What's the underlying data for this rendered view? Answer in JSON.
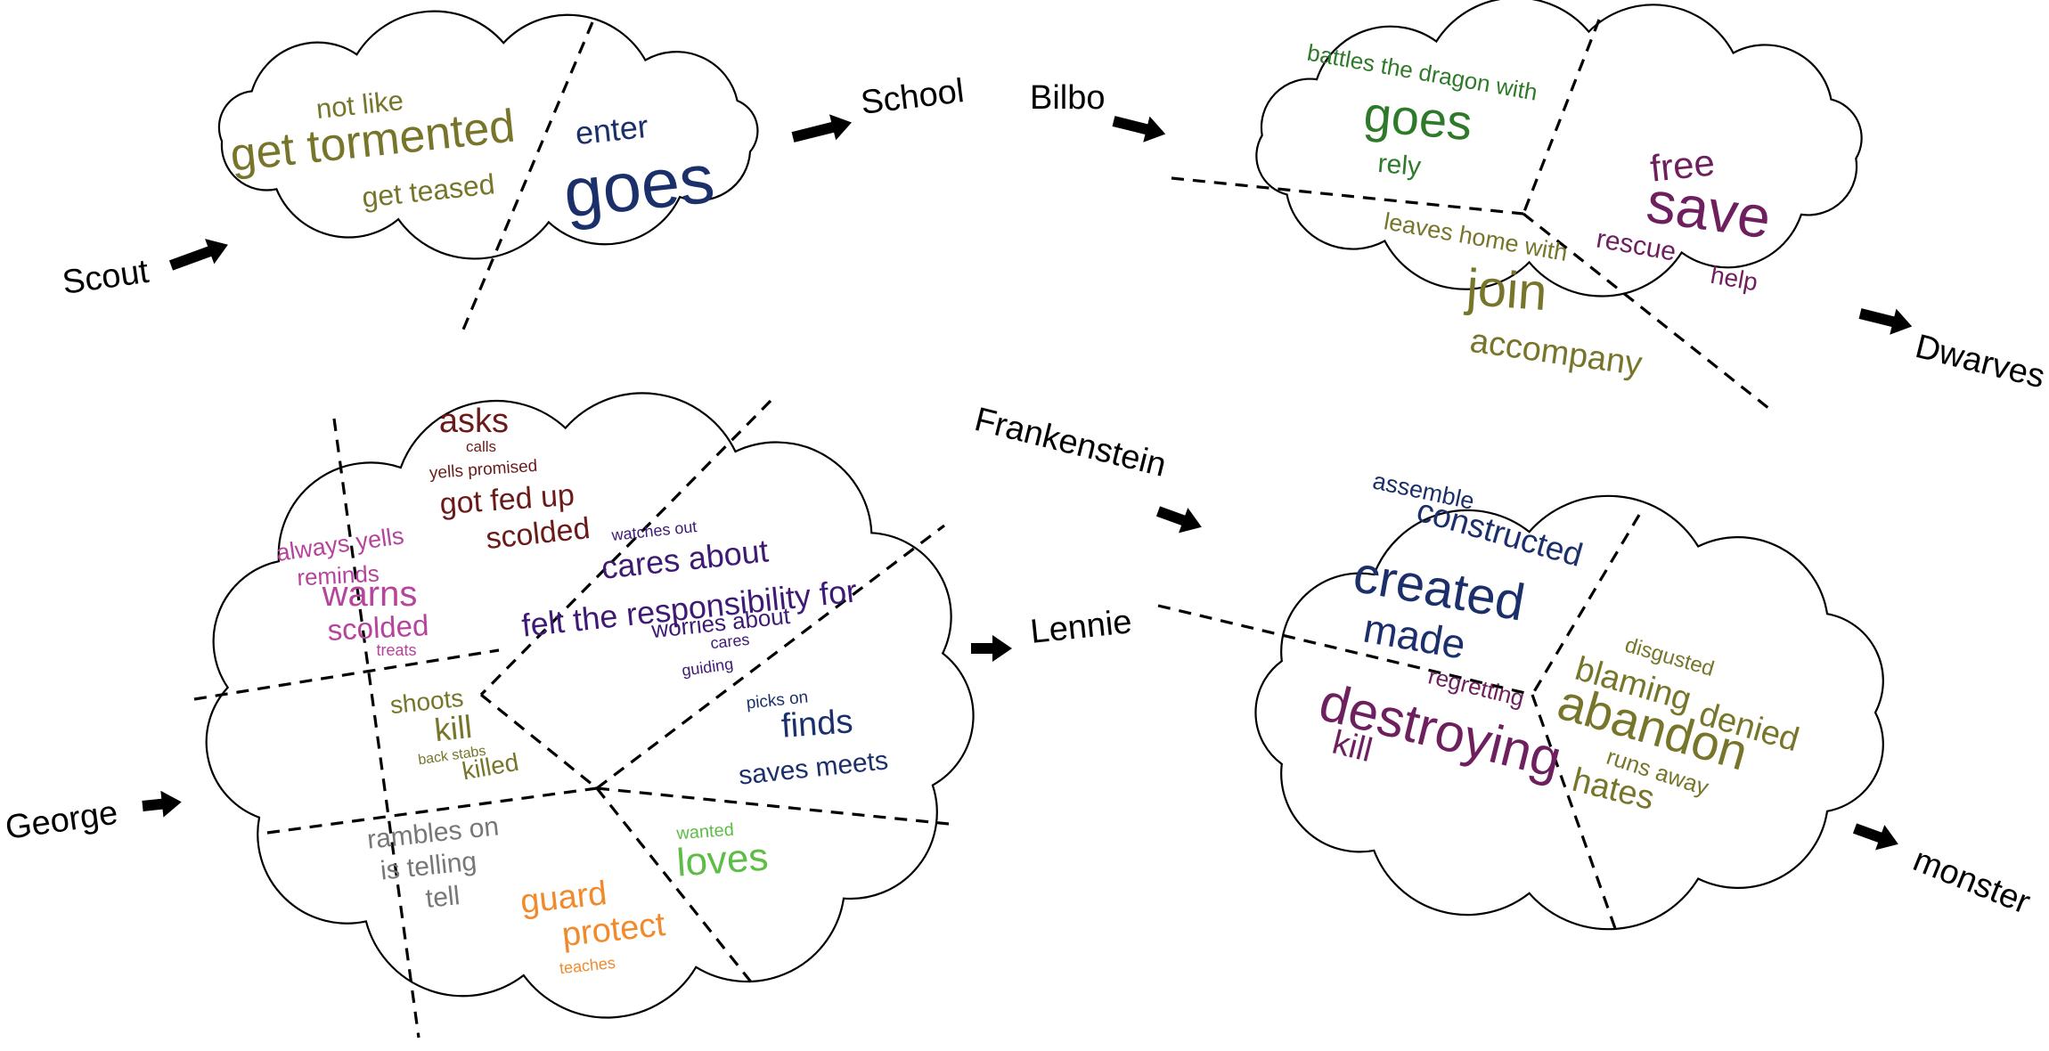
{
  "palette": {
    "olive": "#77752a",
    "navy": "#1b2f6b",
    "green": "#2e7a2a",
    "plum": "#6e1f5e",
    "maroon": "#6b1a1a",
    "indigo": "#3f1a74",
    "pink": "#b5449c",
    "gray": "#777777",
    "orange": "#f08a2c",
    "lightgreen": "#5ebd46"
  },
  "diagrams": [
    {
      "id": "scout",
      "subject": "Scout",
      "object": "School",
      "groups": [
        {
          "color": "olive",
          "words": [
            "not like",
            "get tormented",
            "get teased"
          ]
        },
        {
          "color": "navy",
          "words": [
            "enter",
            "goes"
          ]
        }
      ]
    },
    {
      "id": "bilbo",
      "subject": "Bilbo",
      "object": "Dwarves",
      "groups": [
        {
          "color": "green",
          "words": [
            "battles the dragon with",
            "goes",
            "rely"
          ]
        },
        {
          "color": "plum",
          "words": [
            "free",
            "save",
            "rescue",
            "help"
          ]
        },
        {
          "color": "olive",
          "words": [
            "leaves home with",
            "join",
            "accompany"
          ]
        }
      ]
    },
    {
      "id": "george",
      "subject": "George",
      "object": "Lennie",
      "groups": [
        {
          "color": "maroon",
          "words": [
            "asks",
            "calls",
            "yells promised",
            "got fed up",
            "scolded"
          ]
        },
        {
          "color": "pink",
          "words": [
            "always yells",
            "reminds",
            "warns",
            "scolded",
            "treats"
          ]
        },
        {
          "color": "indigo",
          "words": [
            "watches out",
            "cares about",
            "felt the responsibility for",
            "worries about",
            "cares",
            "guiding"
          ]
        },
        {
          "color": "navy",
          "words": [
            "picks on",
            "finds",
            "saves meets"
          ]
        },
        {
          "color": "olive",
          "words": [
            "shoots",
            "kill",
            "back stabs",
            "killed"
          ]
        },
        {
          "color": "gray",
          "words": [
            "rambles on",
            "is telling",
            "tell"
          ]
        },
        {
          "color": "orange",
          "words": [
            "guard",
            "protect",
            "teaches"
          ]
        },
        {
          "color": "lightgreen",
          "words": [
            "wanted",
            "loves"
          ]
        }
      ]
    },
    {
      "id": "frankenstein",
      "subject": "Frankenstein",
      "object": "monster",
      "groups": [
        {
          "color": "navy",
          "words": [
            "assemble",
            "constructed",
            "created",
            "made"
          ]
        },
        {
          "color": "plum",
          "words": [
            "regretting",
            "destroying",
            "kill"
          ]
        },
        {
          "color": "olive",
          "words": [
            "disgusted",
            "blaming",
            "denied",
            "abandon",
            "runs away",
            "hates"
          ]
        }
      ]
    }
  ]
}
